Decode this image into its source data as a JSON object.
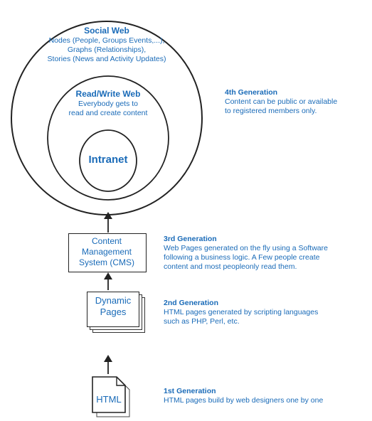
{
  "social_web": {
    "title": "Social Web",
    "line1": "Nodes (People, Groups Events,...),",
    "line2": "Graphs (Relationships),",
    "line3": "Stories (News and Activity Updates)"
  },
  "read_write_web": {
    "title": "Read/Write Web",
    "line1": "Everybody gets to",
    "line2": "read and create content"
  },
  "intranet": {
    "label": "Intranet"
  },
  "cms": {
    "line1": "Content",
    "line2": "Management",
    "line3": "System (CMS)"
  },
  "dynamic_pages": {
    "line1": "Dynamic",
    "line2": "Pages"
  },
  "html_page": {
    "label": "HTML"
  },
  "generations": [
    {
      "title": "4th Generation",
      "line1": "Content can be public or available",
      "line2": "to registered members only."
    },
    {
      "title": "3rd Generation",
      "line1": "Web Pages generated on the fly using a Software",
      "line2": "following a business logic. A Few people create",
      "line3": "content and most peopleonly read them."
    },
    {
      "title": "2nd Generation",
      "line1": "HTML pages generated by scripting languages",
      "line2": "such as PHP, Perl, etc."
    },
    {
      "title": "1st Generation",
      "line1": "HTML pages build by web designers one by one"
    }
  ]
}
